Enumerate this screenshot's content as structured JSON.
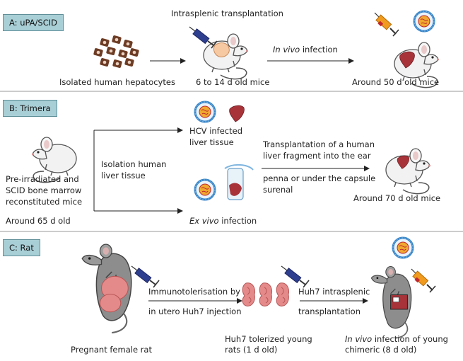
{
  "panel_a": {
    "tag": "A: uPA/SCID",
    "title_transplant": "Intrasplenic transplantation",
    "label_cells": "Isolated human hepatocytes",
    "label_young": "6 to 14 d old mice",
    "label_infection_italic": "In vivo",
    "label_infection_rest": " infection",
    "label_old": "Around 50 d old mice"
  },
  "panel_b": {
    "tag": "B: Trimera",
    "donor_line1": "Pre-irradiated and",
    "donor_line2": "SCID bone marrow",
    "donor_line3": "reconstituted mice",
    "donor_age": "Around 65 d old",
    "isolation_line1": "Isolation human",
    "isolation_line2": "liver tissue",
    "hcv_line1": "HCV infected",
    "hcv_line2": "liver tissue",
    "exvivo_italic": "Ex vivo",
    "exvivo_rest": " infection",
    "transplant_line1": "Transplantation of a human",
    "transplant_line2": "liver fragment into the ear",
    "transplant_line3": "penna or under the capsule",
    "transplant_line4": "surenal",
    "result_age": "Around 70 d old mice"
  },
  "panel_c": {
    "tag": "C: Rat",
    "mother_label": "Pregnant female rat",
    "immuno_line1": "Immunotolerisation by",
    "immuno_line2": "in utero Huh7 injection",
    "pups_line1": "Huh7 tolerized young",
    "pups_line2": "rats (1 d old)",
    "huh7_line1": "Huh7 intrasplenic",
    "huh7_line2": "transplantation",
    "result_italic": "In vivo",
    "result_rest": " infection of young",
    "result_line2": "chimeric (8 d old)"
  },
  "colors": {
    "tag_fill": "#a9cfd6",
    "liver": "#a8343a",
    "embryo": "#e58a8a",
    "syringe_blue": "#2f3f8f",
    "syringe_orange": "#f09a1e",
    "virus_shell": "#3a86c9",
    "virus_core": "#f0a830"
  }
}
